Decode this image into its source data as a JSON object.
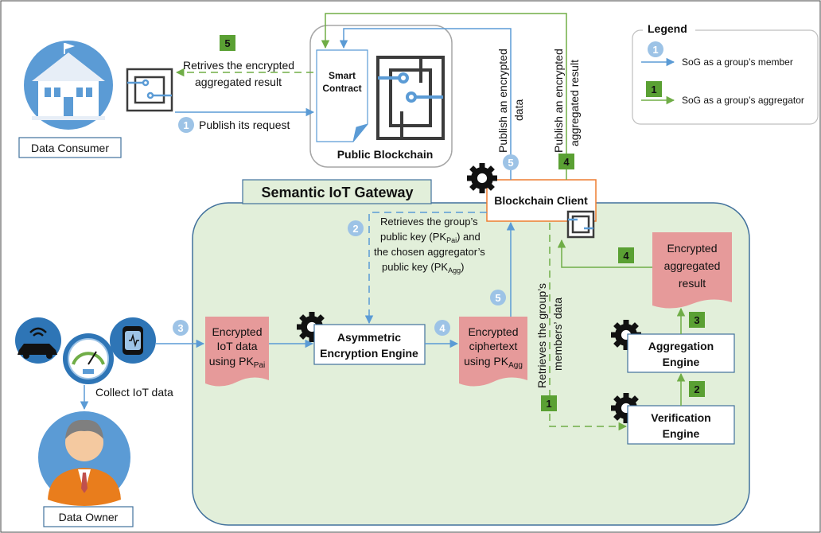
{
  "colors": {
    "member_blue": "#5b9bd5",
    "member_circle": "#9dc3e6",
    "aggregator_green": "#70ad47",
    "aggregator_square": "#5aa033",
    "gateway_fill": "#e2efda",
    "gateway_border": "#41719c",
    "doc_pink": "#e69a9a",
    "blockchain_client_border": "#ed7d31"
  },
  "legend": {
    "title": "Legend",
    "member_num": "1",
    "member_label": "SoG as a group’s member",
    "aggregator_num": "1",
    "aggregator_label": "SoG as a group’s aggregator"
  },
  "actors": {
    "consumer_label": "Data Consumer",
    "owner_label": "Data Owner",
    "collect_label": "Collect IoT data"
  },
  "blockchain": {
    "title": "Public Blockchain",
    "contract_line1": "Smart",
    "contract_line2": "Contract"
  },
  "gateway": {
    "title": "Semantic IoT Gateway",
    "client_label": "Blockchain Client"
  },
  "documents": {
    "iot_line1": "Encrypted",
    "iot_line2": "IoT data",
    "iot_line3": "using PK",
    "iot_sub": "Pai",
    "cipher_line1": "Encrypted",
    "cipher_line2": "ciphertext",
    "cipher_line3": "using PK",
    "cipher_sub": "Agg",
    "agg_line1": "Encrypted",
    "agg_line2": "aggregated",
    "agg_line3": "result"
  },
  "engines": {
    "asym_line1": "Asymmetric",
    "asym_line2": "Encryption Engine",
    "aggregation_line1": "Aggregation",
    "aggregation_line2": "Engine",
    "verification_line1": "Verification",
    "verification_line2": "Engine"
  },
  "steps": {
    "publish_request": "Publish its request",
    "retrieves_line1": "Retrives the encrypted",
    "retrieves_line2": "aggregated result",
    "publish_data_line1": "Publish an encrypted",
    "publish_data_line2": "data",
    "publish_agg_line1": "Publish an encrypted",
    "publish_agg_line2": "aggregated result",
    "group_key_line1": "Retrieves the group’s",
    "group_key_line2": "public key (PK",
    "group_key_line2_sub": "Pai",
    "group_key_line2_end": ") and",
    "group_key_line3": "the chosen aggregator’s",
    "group_key_line4": "public key (PK",
    "group_key_line4_sub": "Agg",
    "group_key_line4_end": ")",
    "members_line1": "Retrieves the group’s",
    "members_line2": "members’ data"
  },
  "badges": {
    "blue_request": "1",
    "blue_group_key": "2",
    "blue_iot": "3",
    "blue_cipher": "4",
    "blue_publish_a": "5",
    "blue_publish_b": "5",
    "green_retrieve": "5",
    "green_publish": "4",
    "green_agg_result": "4",
    "green_agg_engine": "3",
    "green_verify": "2",
    "green_members": "1"
  }
}
